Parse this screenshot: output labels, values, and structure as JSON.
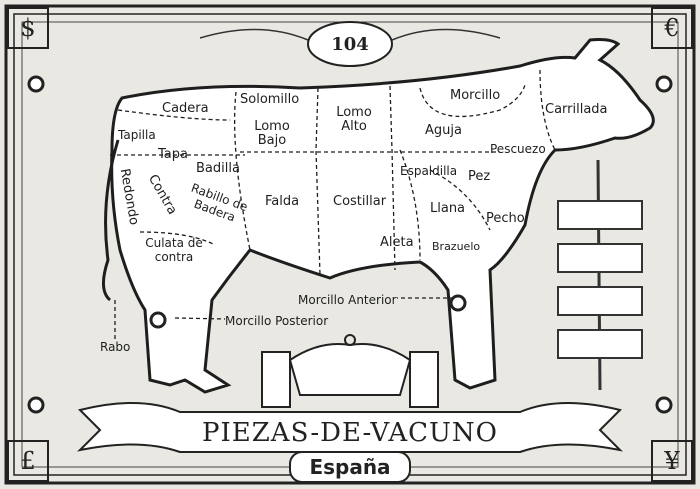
{
  "badge_number": "104",
  "currency": {
    "top_left": "$",
    "top_right": "€",
    "bottom_left": "£",
    "bottom_right": "¥"
  },
  "title": "PIEZAS-DE-VACUNO",
  "subtitle": "España",
  "cuts": {
    "cadera": "Cadera",
    "solomillo": "Solomillo",
    "lomo_bajo": "Lomo Bajo",
    "lomo_alto": "Lomo Alto",
    "morcillo": "Morcillo",
    "carrillada": "Carrillada",
    "tapilla": "Tapilla",
    "tapa": "Tapa",
    "badilla": "Badilla",
    "redondo": "Redondo",
    "contra": "Contra",
    "rabillo": "Rabillo de Badera",
    "falda": "Falda",
    "costillar": "Costillar",
    "aguja": "Aguja",
    "pescuezo": "Pescuezo",
    "espaldilla": "Espaldilla",
    "pez": "Pez",
    "llana": "Llana",
    "pecho": "Pecho",
    "aleta": "Aleta",
    "brazuelo": "Brazuelo",
    "culata": "Culata de contra",
    "morcillo_anterior": "Morcillo Anterior",
    "morcillo_posterior": "Morcillo Posterior",
    "rabo": "Rabo"
  },
  "colors": {
    "ink": "#1e1e1e",
    "paper": "#e9e8e3",
    "frame": "#3a3a3a"
  }
}
